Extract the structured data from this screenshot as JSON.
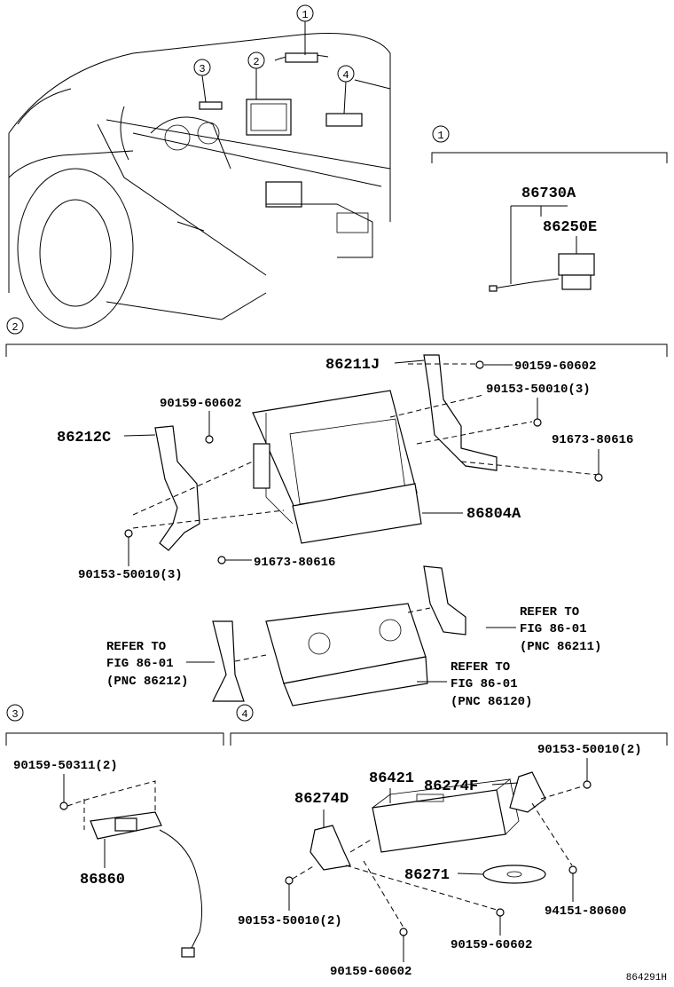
{
  "callouts": [
    "1",
    "2",
    "3",
    "4"
  ],
  "sections": {
    "s1": {
      "number": "1",
      "parts": [
        "86730A",
        "86250E"
      ]
    },
    "s2": {
      "number": "2",
      "parts": [
        "86211J",
        "90159-60602",
        "90153-50010(3)",
        "91673-80616",
        "86212C",
        "90159-60602",
        "86804A",
        "90153-50010(3)",
        "91673-80616"
      ],
      "refer_right": [
        "REFER TO",
        "FIG 86-01",
        "(PNC 86211)"
      ],
      "refer_left": [
        "REFER TO",
        "FIG 86-01",
        "(PNC 86212)"
      ],
      "refer_bottom": [
        "REFER TO",
        "FIG 86-01",
        "(PNC 86120)"
      ]
    },
    "s3": {
      "number": "3",
      "parts": [
        "90159-50311(2)",
        "86860"
      ]
    },
    "s4": {
      "number": "4",
      "parts": [
        "90153-50010(2)",
        "86421",
        "86274F",
        "86274D",
        "86271",
        "94151-80600",
        "90153-50010(2)",
        "90159-60602",
        "90159-60602"
      ]
    }
  },
  "figure_code": "864291H"
}
